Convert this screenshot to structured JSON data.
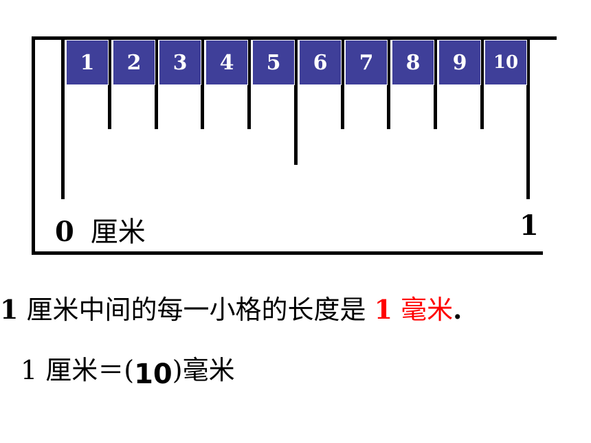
{
  "ruler": {
    "mm_labels": [
      "1",
      "2",
      "3",
      "4",
      "5",
      "6",
      "7",
      "8",
      "9",
      "10"
    ],
    "start_label": "0",
    "unit_label": "厘米",
    "end_label": "1",
    "box_color": "#3f3f99"
  },
  "statement": {
    "prefix_num": "1",
    "text": " 厘米中间的每一小格的长度是 ",
    "highlight_num": "1",
    "highlight_unit": " 毫米",
    "suffix": "."
  },
  "equation": {
    "left": "1 厘米＝(",
    "answer": "10",
    "right": ")毫米"
  }
}
